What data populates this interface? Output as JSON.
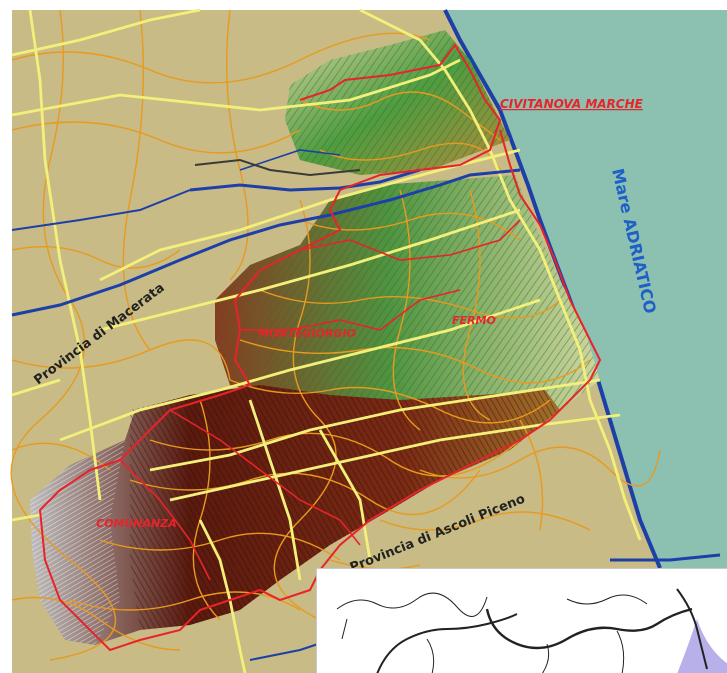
{
  "map": {
    "labels": {
      "civitanova": "CIVITANOVA MARCHE",
      "sea": "Mare ADRIATICO",
      "macerata": "Provincia di Macerata",
      "ascoli": "Provincia di Ascoli Piceno",
      "montegiorgio": "MONTEGIORGIO",
      "fermo": "FERMO",
      "comunanza": "COMUNANZA"
    },
    "colors": {
      "background": "#c8bb85",
      "sea": "#8cc0b0",
      "coast": "#1d3fa8",
      "river": "#1d3fa8",
      "road_primary": "#f2f07a",
      "road_secondary": "#e89a1e",
      "boundary": "#e8232a",
      "label_red": "#e8232a",
      "label_sea": "#1f5fc8",
      "label_dark": "#222222",
      "relief_green": "#3f8f3a",
      "relief_brown": "#6a1f10",
      "relief_gray": "#a0a0a0"
    },
    "icons": {
      "inset": "inset-map"
    }
  }
}
